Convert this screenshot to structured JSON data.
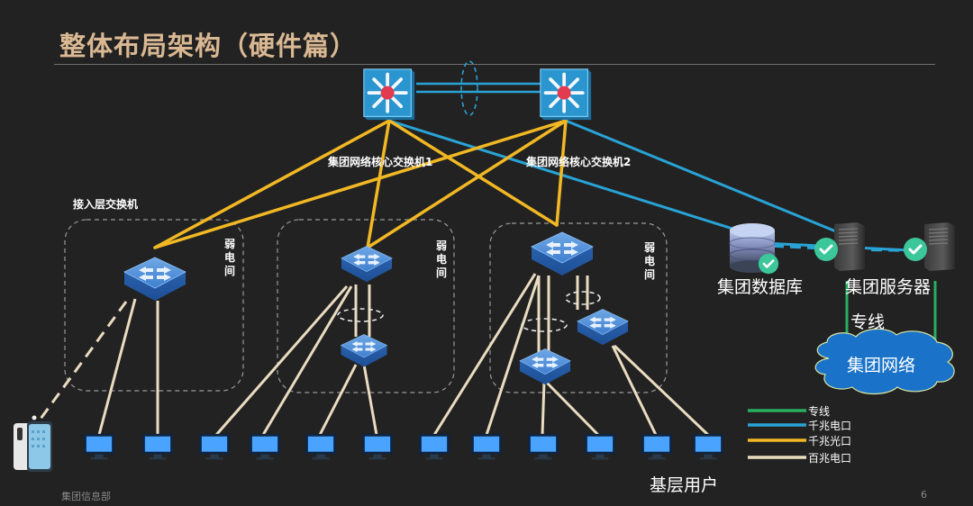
{
  "slide": {
    "title": "整体布局架构（硬件篇）",
    "footer": "集团信息部",
    "page_number": "6"
  },
  "core_switches": [
    {
      "id": "core1",
      "label": "集团网络核心交换机1"
    },
    {
      "id": "core2",
      "label": "集团网络核心交换机2"
    }
  ],
  "access_layer_label": "接入层交换机",
  "rooms": [
    {
      "label": "弱电间",
      "switches": 1
    },
    {
      "label": "弱电间",
      "switches": 2
    },
    {
      "label": "弱电间",
      "switches": 3
    }
  ],
  "servers": {
    "database_label": "集团数据库",
    "server_label": "集团服务器",
    "dedicated_line_label": "专线",
    "cloud_label": "集团网络",
    "status": "ok"
  },
  "users": {
    "label": "基层用户",
    "pc_count": 12,
    "mobile_device": "smartphone"
  },
  "legend": [
    {
      "label": "专线",
      "color": "#27ae60"
    },
    {
      "label": "千兆电口",
      "color": "#29a3d6"
    },
    {
      "label": "千兆光口",
      "color": "#f2b824"
    },
    {
      "label": "百兆电口",
      "color": "#eadcc0"
    }
  ],
  "colors": {
    "title": "#d9b893",
    "dedicated": "#27ae60",
    "gigabit_electric": "#29a3d6",
    "gigabit_optical": "#f2b824",
    "fast_ethernet": "#eadcc0",
    "cloud": "#1a73c9",
    "check": "#3cc79a"
  }
}
